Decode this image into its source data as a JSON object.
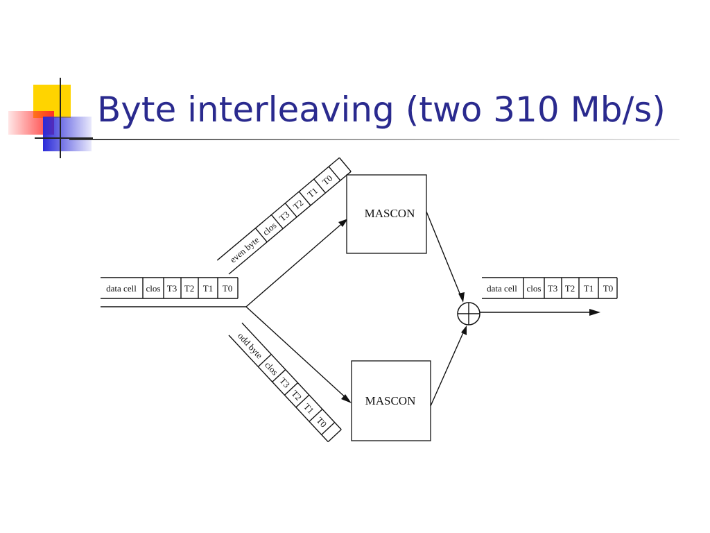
{
  "slide": {
    "title": "Byte interleaving (two 310 Mb/s)"
  },
  "diagram": {
    "input_cells": [
      "data cell",
      "clos",
      "T3",
      "T2",
      "T1",
      "T0"
    ],
    "even_cells": [
      "even byte",
      "clos",
      "T3",
      "T2",
      "T1",
      "T0"
    ],
    "odd_cells": [
      "odd byte",
      "clos",
      "T3",
      "T2",
      "T1",
      "T0"
    ],
    "output_cells": [
      "data cell",
      "clos",
      "T3",
      "T2",
      "T1",
      "T0"
    ],
    "upper_block_label": "MASCON",
    "lower_block_label": "MASCON"
  }
}
